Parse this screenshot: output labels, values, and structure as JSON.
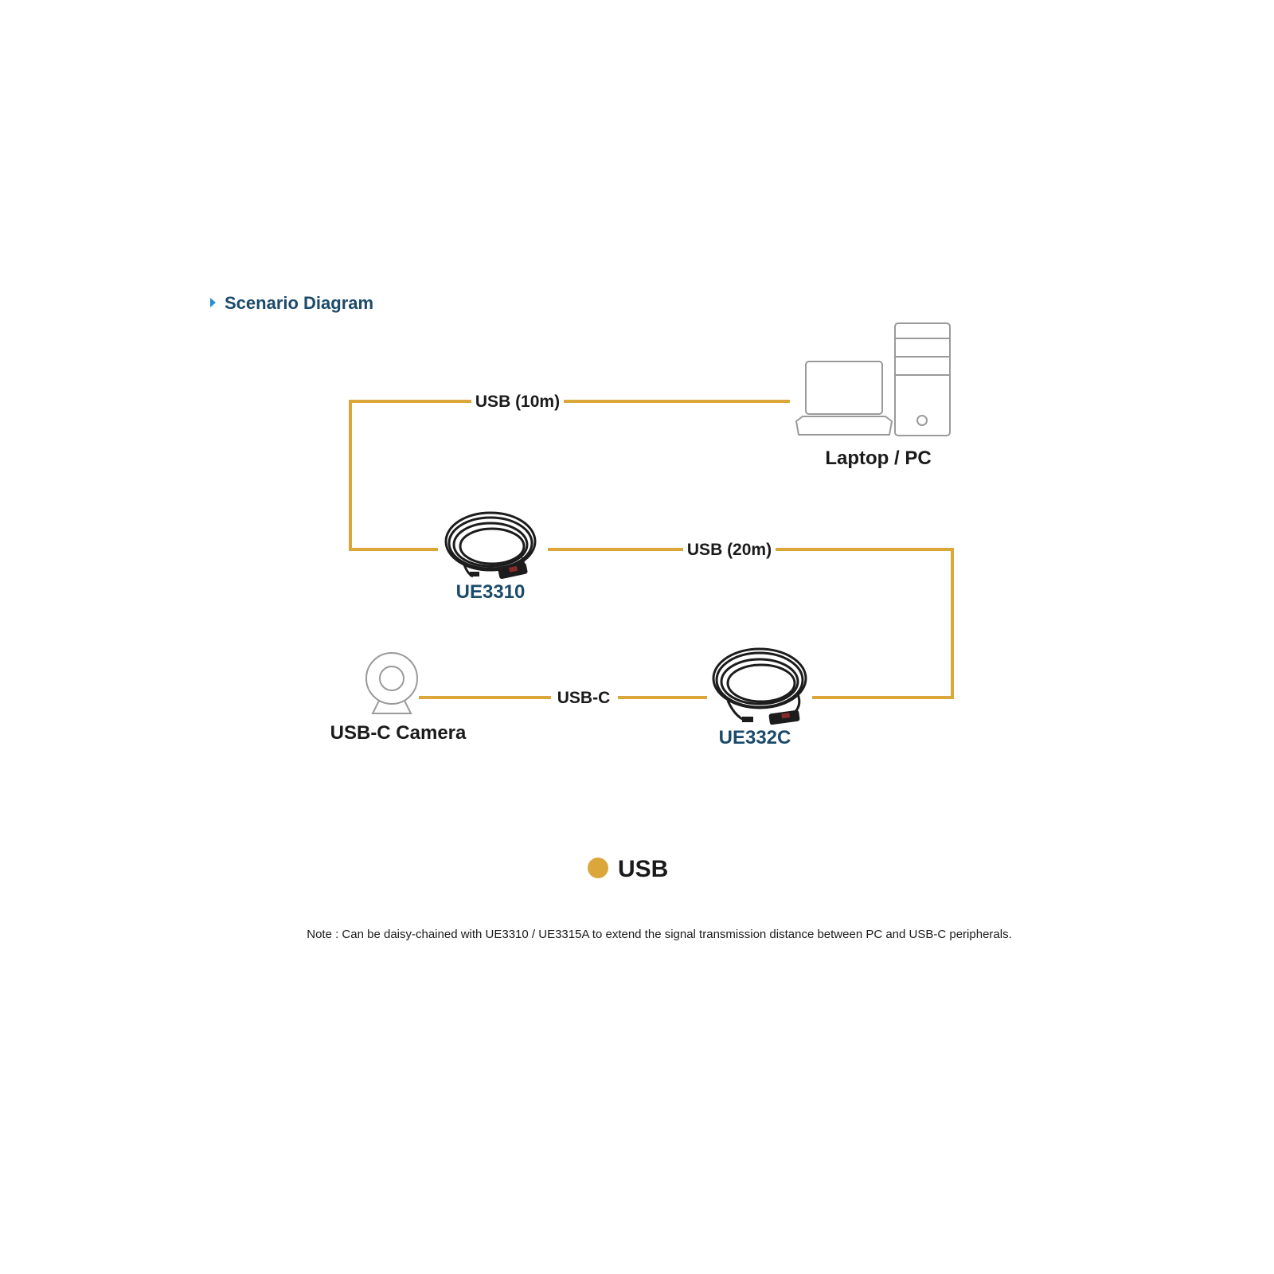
{
  "title": "Scenario Diagram",
  "connections": {
    "usb_10m": "USB (10m)",
    "usb_20m": "USB (20m)",
    "usb_c": "USB-C"
  },
  "devices": {
    "laptop_pc": "Laptop / PC",
    "camera": "USB-C Camera",
    "ue3310": "UE3310",
    "ue332c": "UE332C"
  },
  "legend": {
    "usb": "USB"
  },
  "note": "Note : Can be daisy-chained with UE3310 / UE3315A to extend the signal transmission distance between PC and USB-C peripherals.",
  "colors": {
    "cable": "#dba73b",
    "title": "#1b4a6b",
    "product_label": "#1b4a6b",
    "icon_outline": "#9a9a9a",
    "arrow": "#2a8fd0"
  },
  "icons": {
    "title_marker": "triangle-right-icon",
    "laptop": "laptop-icon",
    "pc_tower": "pc-tower-icon",
    "camera": "webcam-icon",
    "cable": "usb-extension-cable-icon"
  }
}
